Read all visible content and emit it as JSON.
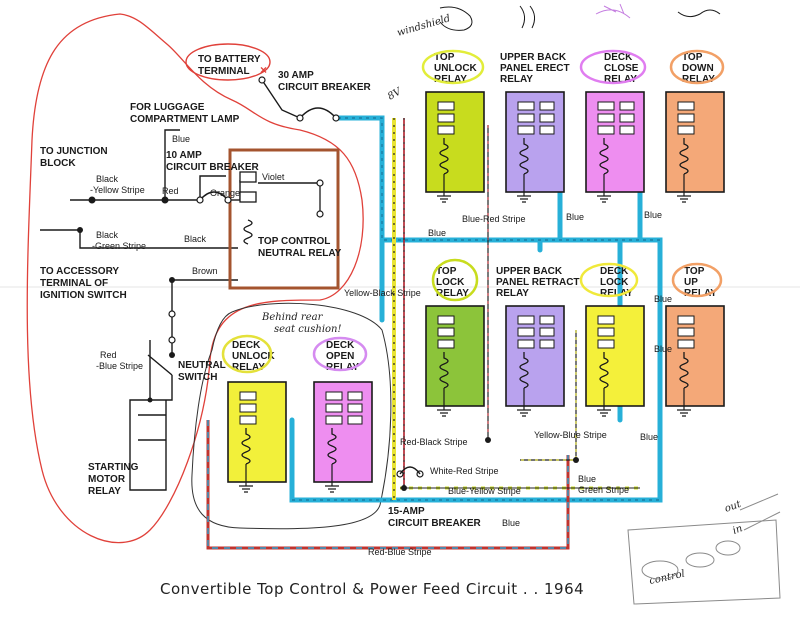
{
  "caption": "Convertible Top Control & Power Feed Circuit . . 1964",
  "labels": {
    "to_battery": [
      "TO BATTERY",
      "TERMINAL"
    ],
    "breaker_30": [
      "30 AMP",
      "CIRCUIT BREAKER"
    ],
    "luggage_lamp": [
      "FOR LUGGAGE",
      "COMPARTMENT LAMP"
    ],
    "breaker_10": [
      "10 AMP",
      "CIRCUIT BREAKER"
    ],
    "junction_block": [
      "TO JUNCTION",
      "BLOCK"
    ],
    "accessory": [
      "TO ACCESSORY",
      "TERMINAL OF",
      "IGNITION SWITCH"
    ],
    "top_control_neutral": [
      "TOP CONTROL",
      "NEUTRAL RELAY"
    ],
    "neutral_switch": [
      "NEUTRAL",
      "SWITCH"
    ],
    "starting_motor": [
      "STARTING",
      "MOTOR",
      "RELAY"
    ],
    "breaker_15": [
      "15-AMP",
      "CIRCUIT BREAKER"
    ]
  },
  "wires": {
    "blue": "Blue",
    "black_yellow": [
      "Black",
      "-Yellow Stripe"
    ],
    "red": "Red",
    "orange": "Orange",
    "violet": "Violet",
    "black_green": [
      "Black",
      "-Green Stripe"
    ],
    "black": "Black",
    "brown": "Brown",
    "red_blue": [
      "Red",
      "-Blue Stripe"
    ],
    "yellow_black": "Yellow-Black Stripe",
    "blue_red": "Blue-Red Stripe",
    "red_black": "Red-Black Stripe",
    "white_red": "White-Red Stripe",
    "yellow_blue": "Yellow-Blue Stripe",
    "blue_yellow": "Blue-Yellow Stripe",
    "blue_green": [
      "Blue",
      "Green Stripe"
    ],
    "red_blue_stripe": "Red-Blue Stripe"
  },
  "relays": [
    {
      "id": "top-unlock",
      "label": [
        "TOP",
        "UNLOCK",
        "RELAY"
      ],
      "fill": "#c8dc1e"
    },
    {
      "id": "upper-back-erect",
      "label": [
        "UPPER BACK",
        "PANEL ERECT",
        "RELAY"
      ],
      "fill": "#b9a2ee"
    },
    {
      "id": "deck-close",
      "label": [
        "DECK",
        "CLOSE",
        "RELAY"
      ],
      "fill": "#ee8ef0"
    },
    {
      "id": "top-down",
      "label": [
        "TOP",
        "DOWN",
        "RELAY"
      ],
      "fill": "#f4a878"
    },
    {
      "id": "top-lock",
      "label": [
        "TOP",
        "LOCK",
        "RELAY"
      ],
      "fill": "#8cc43a"
    },
    {
      "id": "upper-back-retract",
      "label": [
        "UPPER BACK",
        "PANEL RETRACT",
        "RELAY"
      ],
      "fill": "#b9a2ee"
    },
    {
      "id": "deck-lock",
      "label": [
        "DECK",
        "LOCK",
        "RELAY"
      ],
      "fill": "#f4f03a"
    },
    {
      "id": "top-up",
      "label": [
        "TOP",
        "UP",
        "RELAY"
      ],
      "fill": "#f4a878"
    },
    {
      "id": "deck-unlock",
      "label": [
        "DECK",
        "UNLOCK",
        "RELAY"
      ],
      "fill": "#f2f03a"
    },
    {
      "id": "deck-open",
      "label": [
        "DECK",
        "OPEN",
        "RELAY"
      ],
      "fill": "#ee8ef0"
    }
  ],
  "handwriting": {
    "behind_seat": [
      "Behind rear",
      "seat cushion!"
    ],
    "windshield": "windshield",
    "out": "out",
    "in": "in",
    "control": "control",
    "eight_v": "8V"
  }
}
